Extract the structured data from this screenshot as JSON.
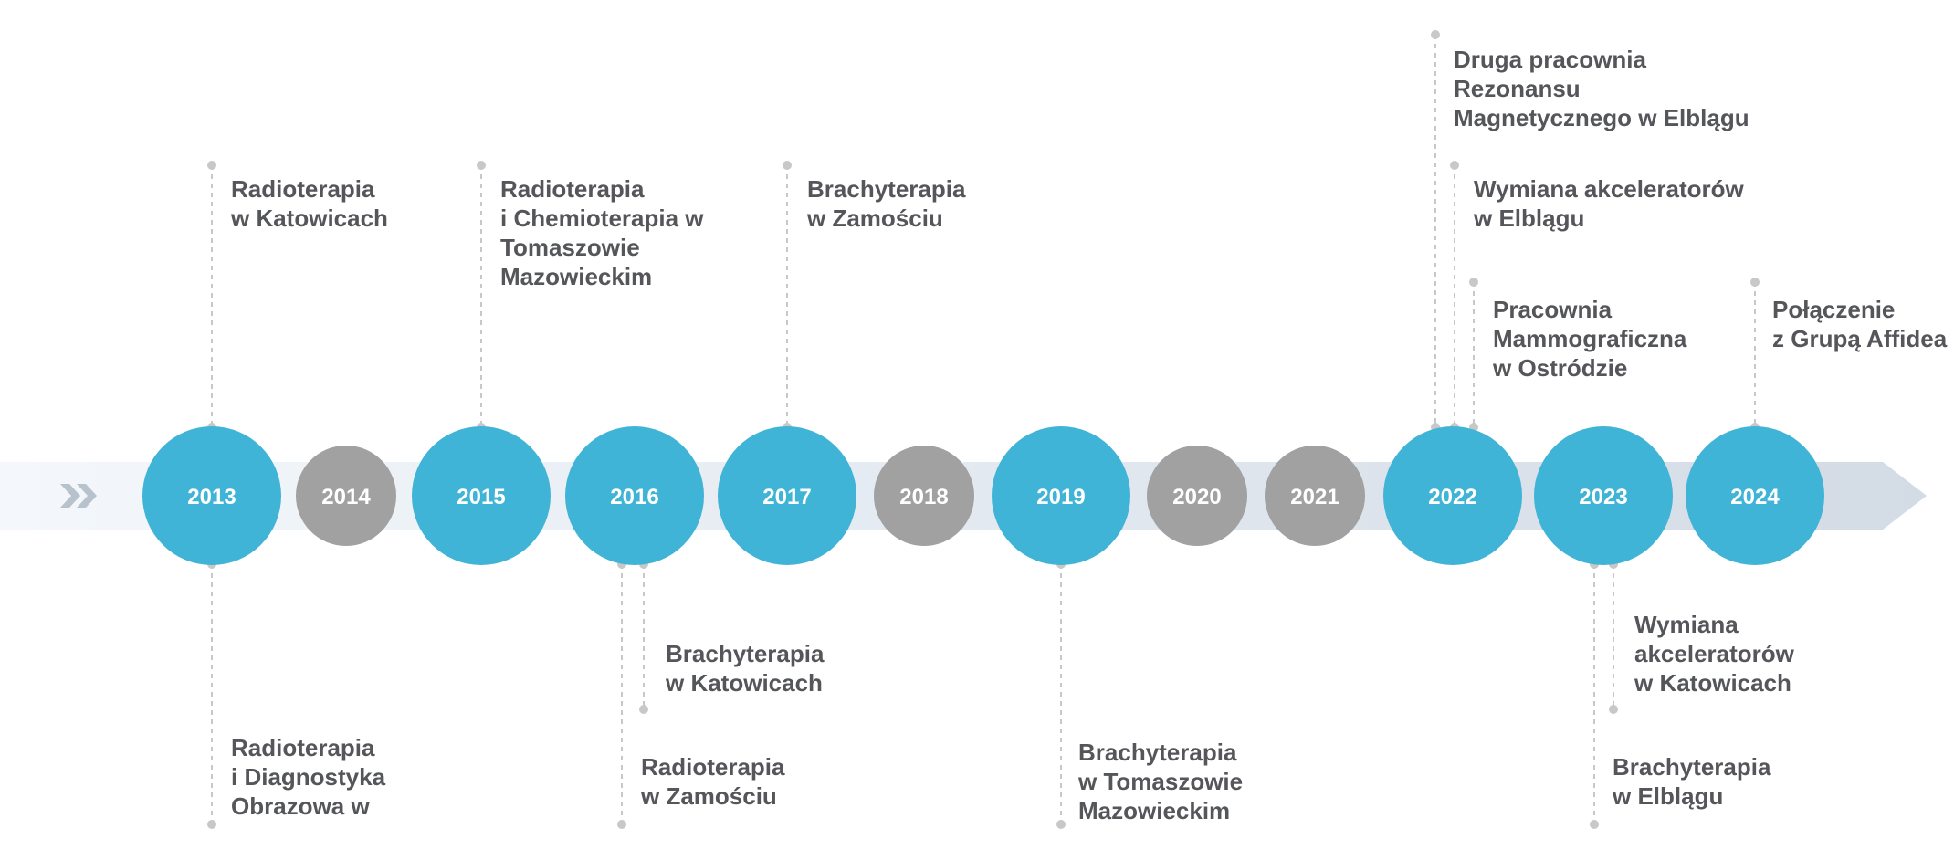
{
  "colors": {
    "band": "#eef3f8",
    "arrow": "#d2dbe5",
    "chevron": "#b8c2cd",
    "active_circle": "#40b4d6",
    "inactive_circle": "#a1a1a1",
    "connector": "#c8c8c8",
    "label_text": "#55565a",
    "year_text": "#ffffff"
  },
  "years": [
    {
      "year": "2013",
      "active": true
    },
    {
      "year": "2014",
      "active": false
    },
    {
      "year": "2015",
      "active": true
    },
    {
      "year": "2016",
      "active": true
    },
    {
      "year": "2017",
      "active": true
    },
    {
      "year": "2018",
      "active": false
    },
    {
      "year": "2019",
      "active": true
    },
    {
      "year": "2020",
      "active": false
    },
    {
      "year": "2021",
      "active": false
    },
    {
      "year": "2022",
      "active": true
    },
    {
      "year": "2023",
      "active": true
    },
    {
      "year": "2024",
      "active": true
    }
  ],
  "events": {
    "e2013_top": "Radioterapia\nw Katowicach",
    "e2013_bottom": "Radioterapia\ni Diagnostyka\nObrazowa w",
    "e2015_top": "Radioterapia\ni Chemioterapia w\nTomaszowie\nMazowieckim",
    "e2016_bottom_a": "Brachyterapia\nw Katowicach",
    "e2016_bottom_b": "Radioterapia\nw Zamościu",
    "e2017_top": "Brachyterapia\nw Zamościu",
    "e2019_bottom": "Brachyterapia\nw Tomaszowie\nMazowieckim",
    "e2022_top_a": "Druga pracownia\nRezonansu\nMagnetycznego w Elblągu",
    "e2022_top_b": "Wymiana akceleratorów\nw Elblągu",
    "e2022_top_c": "Pracownia\nMammograficzna\nw Ostródzie",
    "e2023_bottom_a": "Wymiana\nakceleratorów\nw Katowicach",
    "e2023_bottom_b": "Brachyterapia\nw Elblągu",
    "e2024_top": "Połączenie\nz Grupą Affidea"
  }
}
